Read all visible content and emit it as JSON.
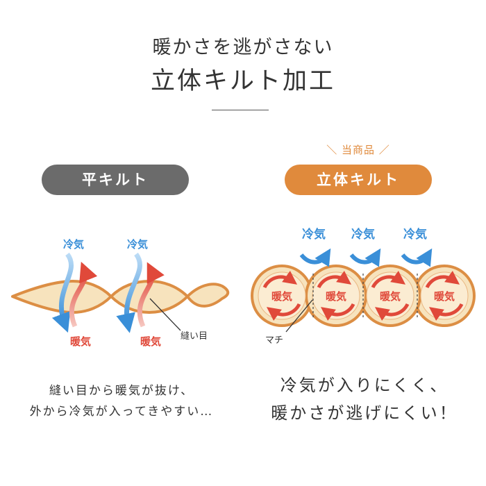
{
  "header": {
    "subtitle": "暖かさを逃がさない",
    "title": "立体キルト加工"
  },
  "flat_quilt": {
    "label": "平キルト",
    "cold_label": "冷気",
    "warm_label": "暖気",
    "seam_label": "縫い目",
    "caption_line1": "縫い目から暖気が抜け、",
    "caption_line2": "外から冷気が入ってきやすい…"
  },
  "dimensional_quilt": {
    "tag": "＼ 当商品 ／",
    "label": "立体キルト",
    "cold_label": "冷気",
    "warm_label": "暖気",
    "gusset_label": "マチ",
    "caption_line1": "冷気が入りにくく、",
    "caption_line2": "暖かさが逃げにくい！"
  },
  "colors": {
    "accent_orange": "#e08a3c",
    "gray": "#6b6b6b",
    "cold_blue": "#3a8fd8",
    "warm_red": "#e0493a",
    "cushion_fill": "#f7e3bd"
  },
  "icons": {
    "cold_arrow": "arrow-curved-right-icon",
    "warm_arrow": "circular-arrow-icon"
  }
}
